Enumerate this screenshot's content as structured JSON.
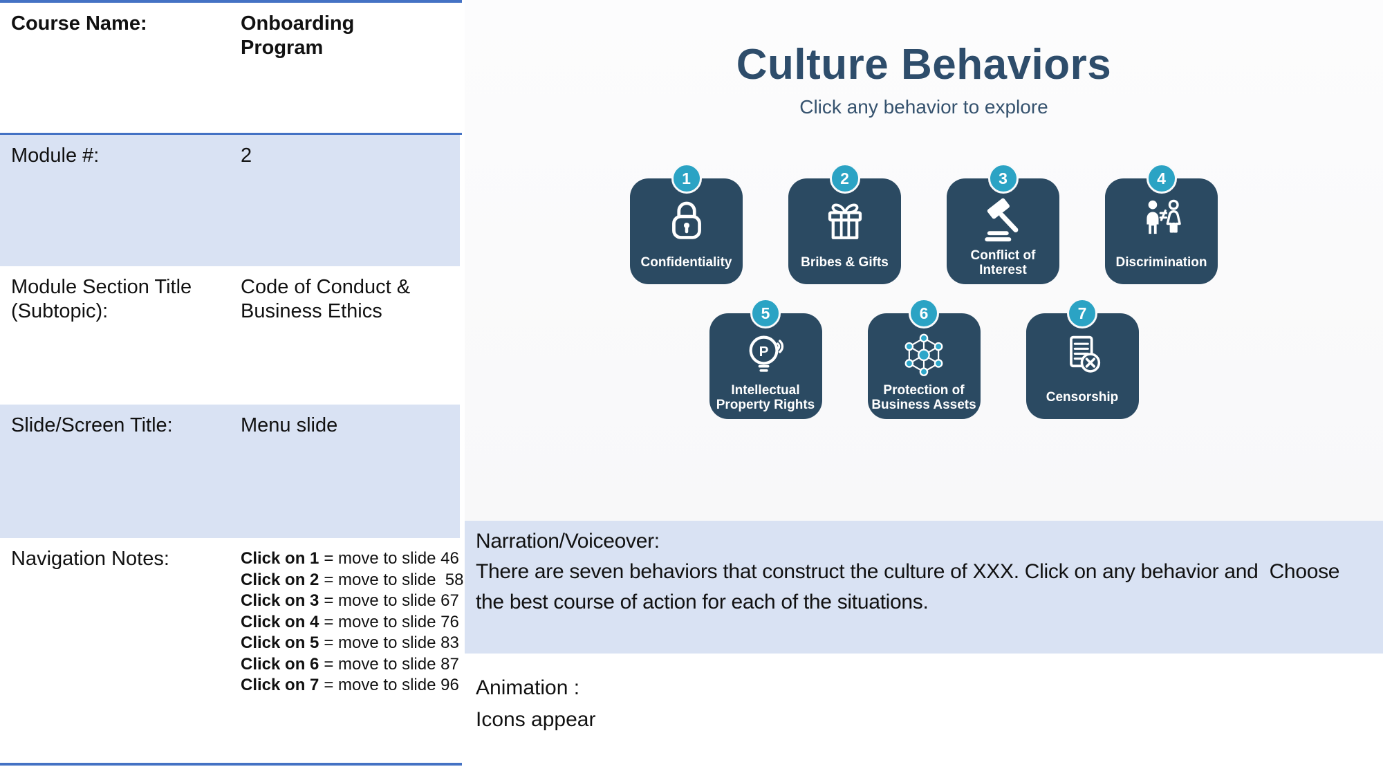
{
  "table": {
    "rows": [
      {
        "label": "Course Name:",
        "value": "Onboarding Program"
      },
      {
        "label": "Module #:",
        "value": "2"
      },
      {
        "label": "Module Section Title (Subtopic):",
        "value": "Code of Conduct & Business Ethics"
      },
      {
        "label": "Slide/Screen Title:",
        "value": "Menu slide"
      },
      {
        "label": "Navigation Notes:",
        "value": ""
      }
    ],
    "navigation_notes": [
      {
        "action": "Click on 1",
        "result": "= move to slide 46"
      },
      {
        "action": "Click on 2",
        "result": "= move to slide  58"
      },
      {
        "action": "Click on 3",
        "result": "= move to slide 67"
      },
      {
        "action": "Click on 4",
        "result": "= move to slide 76"
      },
      {
        "action": "Click on 5",
        "result": "= move to slide 83"
      },
      {
        "action": "Click on 6",
        "result": "= move to slide 87"
      },
      {
        "action": "Click on 7",
        "result": "= move to slide 96"
      }
    ]
  },
  "slide": {
    "title": "Culture Behaviors",
    "subtitle": "Click any behavior to explore",
    "tiles": [
      {
        "number": "1",
        "label": "Confidentiality",
        "icon": "padlock-icon"
      },
      {
        "number": "2",
        "label": "Bribes & Gifts",
        "icon": "gift-icon"
      },
      {
        "number": "3",
        "label": "Conflict of Interest",
        "icon": "gavel-icon"
      },
      {
        "number": "4",
        "label": "Discrimination",
        "icon": "unequal-people-icon"
      },
      {
        "number": "5",
        "label": "Intellectual Property Rights",
        "icon": "patent-bulb-icon"
      },
      {
        "number": "6",
        "label": "Protection of Business Assets",
        "icon": "network-icon"
      },
      {
        "number": "7",
        "label": "Censorship",
        "icon": "censored-document-icon"
      }
    ],
    "colors": {
      "tile_background": "#2b4a62",
      "badge_teal": "#2ba3c4",
      "title_blue": "#2e4d6b",
      "table_row_blue": "#d9e2f3",
      "table_border_blue": "#4472c4"
    }
  },
  "narration": {
    "heading": "Narration/Voiceover:",
    "text": "There are seven behaviors that construct the culture of XXX. Click on any behavior and  Choose the best course of action for each of the situations."
  },
  "animation": {
    "heading": "Animation :",
    "text": "Icons appear"
  }
}
